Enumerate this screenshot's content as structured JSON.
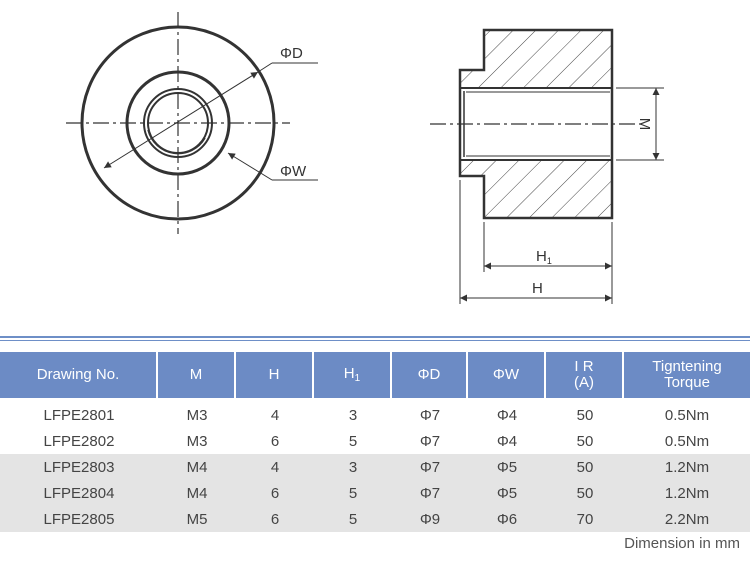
{
  "drawing": {
    "labels": {
      "phi_d": "ΦD",
      "phi_w": "ΦW",
      "m": "M",
      "h1": "H",
      "h1_sub": "1",
      "h": "H"
    }
  },
  "table": {
    "headers": [
      {
        "main": "Drawing No.",
        "sub": ""
      },
      {
        "main": "M",
        "sub": ""
      },
      {
        "main": "H",
        "sub": ""
      },
      {
        "main": "H",
        "sub": "1"
      },
      {
        "main": "ΦD",
        "sub": ""
      },
      {
        "main": "ΦW",
        "sub": ""
      },
      {
        "main": "I R",
        "line2": "(A)"
      },
      {
        "main": "Tigntening",
        "line2": "Torque"
      }
    ],
    "rows": [
      {
        "shaded": false,
        "cells": [
          "LFPE2801",
          "M3",
          "4",
          "3",
          "Φ7",
          "Φ4",
          "50",
          "0.5Nm"
        ]
      },
      {
        "shaded": false,
        "cells": [
          "LFPE2802",
          "M3",
          "6",
          "5",
          "Φ7",
          "Φ4",
          "50",
          "0.5Nm"
        ]
      },
      {
        "shaded": true,
        "cells": [
          "LFPE2803",
          "M4",
          "4",
          "3",
          "Φ7",
          "Φ5",
          "50",
          "1.2Nm"
        ]
      },
      {
        "shaded": true,
        "cells": [
          "LFPE2804",
          "M4",
          "6",
          "5",
          "Φ7",
          "Φ5",
          "50",
          "1.2Nm"
        ]
      },
      {
        "shaded": true,
        "cells": [
          "LFPE2805",
          "M5",
          "6",
          "5",
          "Φ9",
          "Φ6",
          "70",
          "2.2Nm"
        ]
      }
    ]
  },
  "note": "Dimension in mm"
}
